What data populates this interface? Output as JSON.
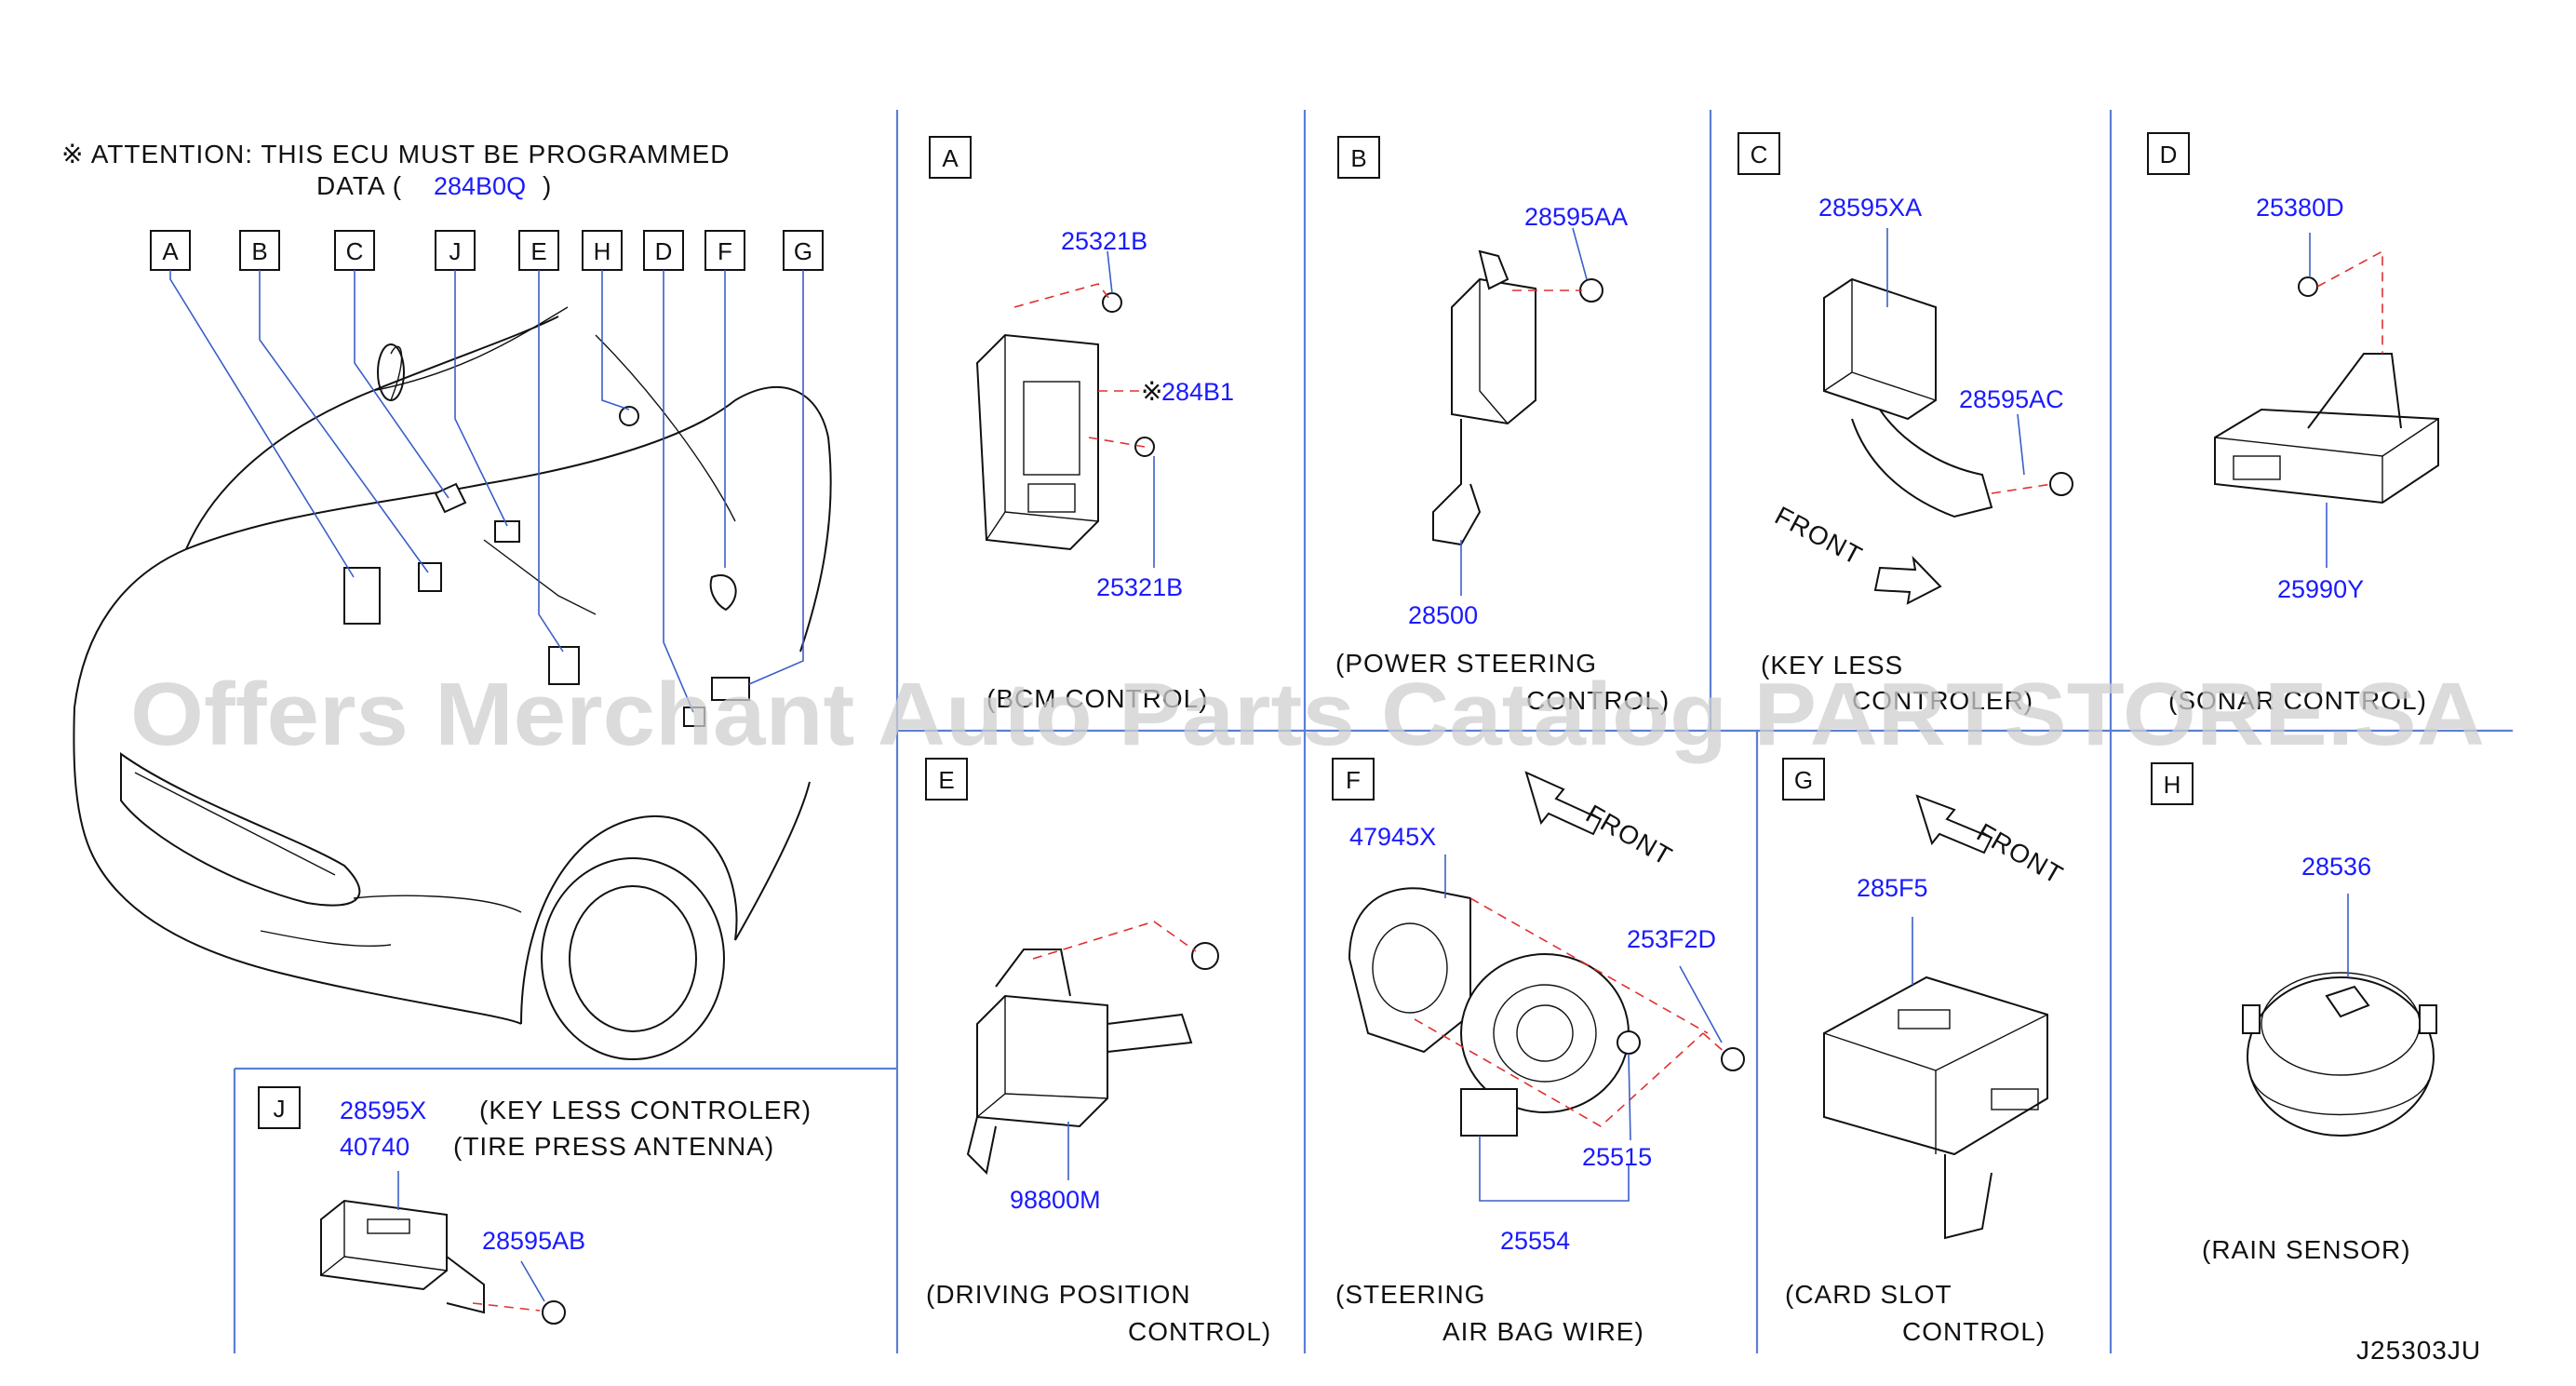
{
  "attention": {
    "line1": "※ ATTENTION:  THIS  ECU  MUST  BE  PROGRAMMED",
    "line2_prefix": "DATA  (",
    "line2_code": "284B0Q",
    "line2_suffix": ")"
  },
  "overview_tags": [
    "A",
    "B",
    "C",
    "J",
    "E",
    "H",
    "D",
    "F",
    "G"
  ],
  "panels": {
    "A": {
      "letter": "A",
      "parts": [
        "25321B",
        "284B1",
        "25321B"
      ],
      "caption": "(BCM  CONTROL)"
    },
    "B": {
      "letter": "B",
      "parts": [
        "28595AA",
        "28500"
      ],
      "caption1": "(POWER  STEERING",
      "caption2": "CONTROL)"
    },
    "C": {
      "letter": "C",
      "parts": [
        "28595XA",
        "28595AC"
      ],
      "front": "FRONT",
      "caption1": "(KEY  LESS",
      "caption2": "CONTROLER)"
    },
    "D": {
      "letter": "D",
      "parts": [
        "25380D",
        "25990Y"
      ],
      "caption": "(SONAR  CONTROL)"
    },
    "E": {
      "letter": "E",
      "parts": [
        "98800M"
      ],
      "caption1": "(DRIVING  POSITION",
      "caption2": "CONTROL)"
    },
    "F": {
      "letter": "F",
      "parts": [
        "47945X",
        "253F2D",
        "25515",
        "25554"
      ],
      "front": "FRONT",
      "caption1": "(STEERING",
      "caption2": "AIR  BAG  WIRE)"
    },
    "G": {
      "letter": "G",
      "parts": [
        "285F5"
      ],
      "front": "FRONT",
      "caption1": "(CARD  SLOT",
      "caption2": "CONTROL)"
    },
    "H": {
      "letter": "H",
      "parts": [
        "28536"
      ],
      "caption": "(RAIN  SENSOR)"
    },
    "J": {
      "letter": "J",
      "parts": [
        "28595X",
        "40740",
        "28595AB"
      ],
      "desc1": "(KEY  LESS  CONTROLER)",
      "desc2": "(TIRE  PRESS  ANTENNA)"
    }
  },
  "diagram_code": "J25303JU",
  "watermark": "Offers Merchant Auto Parts Catalog PARTSTORE.SA"
}
